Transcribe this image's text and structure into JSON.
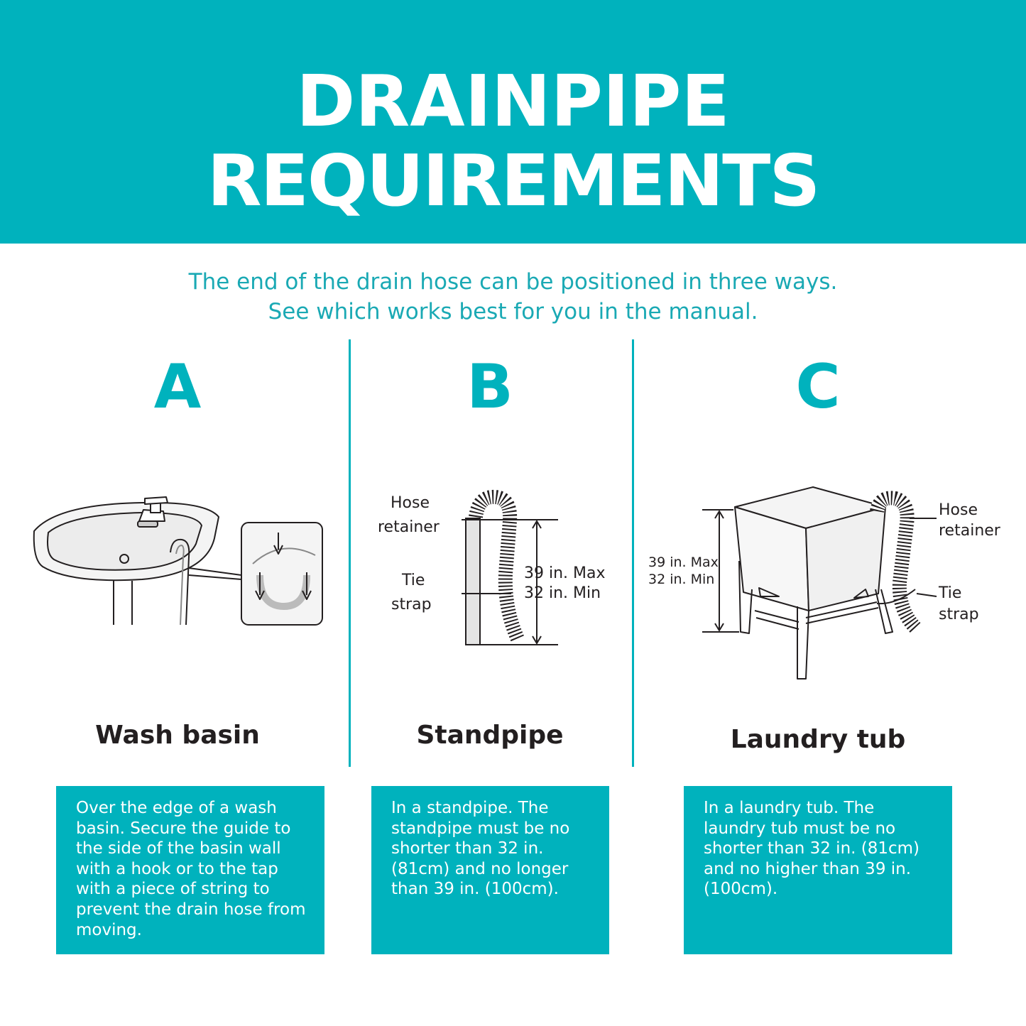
{
  "header": {
    "title_line1": "DRAINPIPE",
    "title_line2": "REQUIREMENTS",
    "subtitle_line1": "The end of the drain hose can be positioned in three ways.",
    "subtitle_line2": "See which works best for you in the manual."
  },
  "options": [
    {
      "letter": "A",
      "caption": "Wash basin",
      "description": "Over the edge of a wash basin. Secure the guide to the side of the basin wall with a hook or to the tap with a piece of string to prevent the drain hose from moving."
    },
    {
      "letter": "B",
      "caption": "Standpipe",
      "description": "In a standpipe. The standpipe must be no shorter than 32 in. (81cm) and no longer than 39 in. (100cm).",
      "labels": {
        "hose": "Hose",
        "retainer": "retainer",
        "tie": "Tie",
        "strap": "strap",
        "max": "39 in. Max",
        "min": "32 in. Min"
      }
    },
    {
      "letter": "C",
      "caption": "Laundry tub",
      "description": "In a laundry tub. The laundry tub must be no shorter than 32 in. (81cm) and no higher than 39 in. (100cm).",
      "labels": {
        "hose": "Hose",
        "retainer": "retainer",
        "tie": "Tie",
        "strap": "strap",
        "max": "39 in. Max",
        "min": "32 in. Min"
      }
    }
  ],
  "colors": {
    "accent": "#00b2bd",
    "text_dark": "#231f20",
    "white": "#ffffff"
  }
}
